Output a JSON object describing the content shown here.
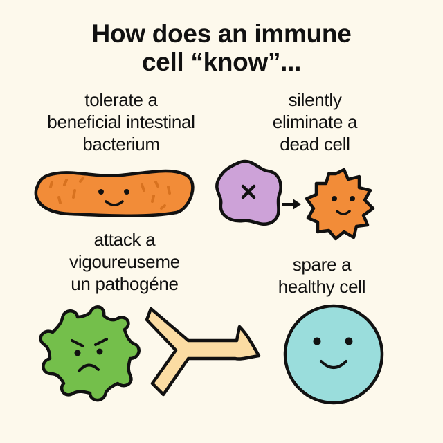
{
  "title": {
    "line1": "How does an immune",
    "line2": "cell “know”..."
  },
  "panels": [
    {
      "id": "tolerate",
      "caption": [
        "tolerate a",
        "beneficial intestinal",
        "bacterium"
      ],
      "icon": "smiling-bacterium-icon",
      "color": "#f28c38"
    },
    {
      "id": "eliminate",
      "caption": [
        "silently",
        "eliminate a",
        "dead cell"
      ],
      "icon": "dead-cell-to-phagocyte-icon",
      "colors": {
        "dead_cell": "#cda2d8",
        "phagocyte": "#f28c38"
      }
    },
    {
      "id": "attack",
      "caption": [
        "attack a",
        "vigoureuseme",
        "un pathogéne"
      ],
      "icon": "angry-pathogen-and-antibody-icon",
      "colors": {
        "pathogen": "#74bf4b",
        "antibody": "#fbdca3"
      }
    },
    {
      "id": "spare",
      "caption": [
        "spare a",
        "healthy cell"
      ],
      "icon": "smiling-healthy-cell-icon",
      "color": "#9adddc"
    }
  ]
}
